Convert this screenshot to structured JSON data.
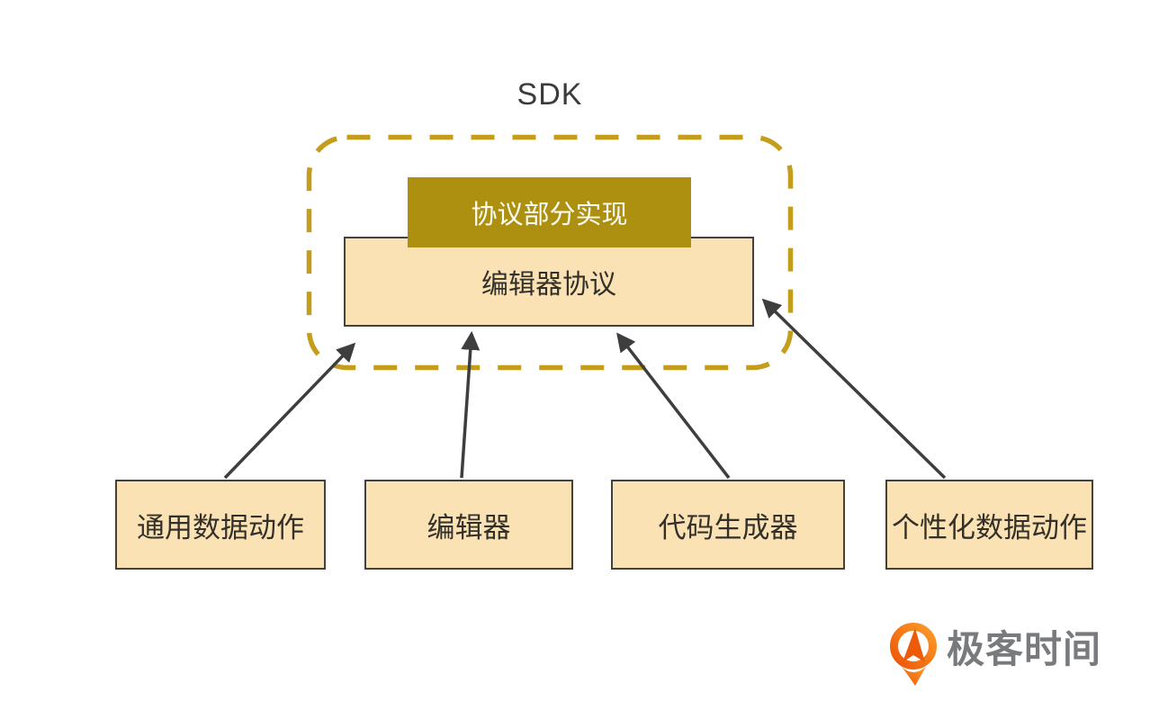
{
  "diagram": {
    "title": "SDK",
    "container": {
      "name": "sdk-boundary",
      "style": "dashed-rounded-rectangle",
      "border_color": "#C49D1D"
    },
    "inner_boxes": [
      {
        "id": "protocol-partial-impl",
        "label": "协议部分实现",
        "fill": "#AE9010",
        "text_color": "#FDFCF5"
      },
      {
        "id": "editor-protocol",
        "label": "编辑器协议",
        "fill": "#FBE2B4",
        "text_color": "#33302A"
      }
    ],
    "bottom_boxes": [
      {
        "id": "generic-data-action",
        "label": "通用数据动作"
      },
      {
        "id": "editor",
        "label": "编辑器"
      },
      {
        "id": "code-generator",
        "label": "代码生成器"
      },
      {
        "id": "personalized-data-action",
        "label": "个性化数据动作"
      }
    ],
    "arrows": [
      {
        "from": "generic-data-action",
        "to": "sdk-boundary"
      },
      {
        "from": "editor",
        "to": "editor-protocol"
      },
      {
        "from": "code-generator",
        "to": "editor-protocol"
      },
      {
        "from": "personalized-data-action",
        "to": "editor-protocol"
      }
    ],
    "colors": {
      "box_fill_light": "#FBE2B4",
      "box_fill_dark": "#AE9010",
      "box_border": "#45403A",
      "dashed_border": "#C49D1D",
      "arrow": "#3E3E3E",
      "title_text": "#3A3B3D",
      "logo_orange_dark": "#EE5607",
      "logo_orange_light": "#FB9B2A",
      "logo_text_gray": "#787A7E"
    }
  },
  "logo": {
    "text": "极客时间"
  }
}
